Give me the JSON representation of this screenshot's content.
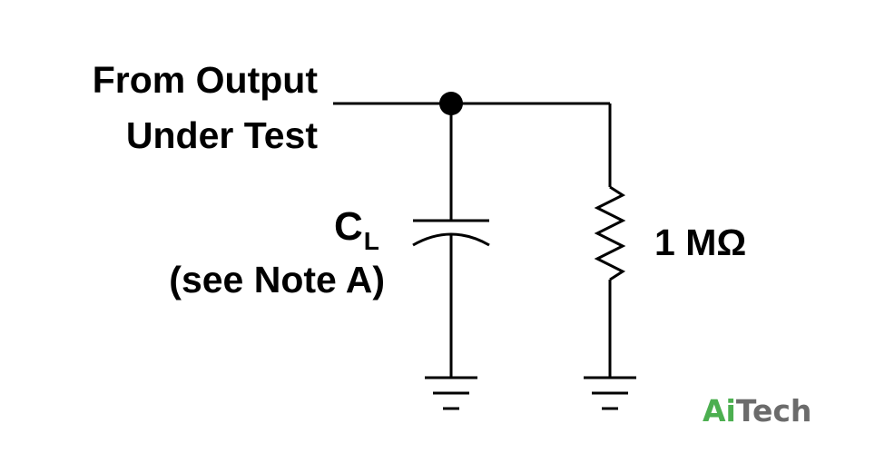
{
  "source": {
    "line1": "From Output",
    "line2": "Under Test"
  },
  "capacitor": {
    "symbol": "C",
    "subscript": "L",
    "note": "(see Note A)"
  },
  "resistor": {
    "value": "1 MΩ"
  },
  "watermark": {
    "part1": "Ai",
    "part2": "Tech",
    "colors": {
      "part1": "#4caf50",
      "part2": "#6b6b6b"
    }
  }
}
